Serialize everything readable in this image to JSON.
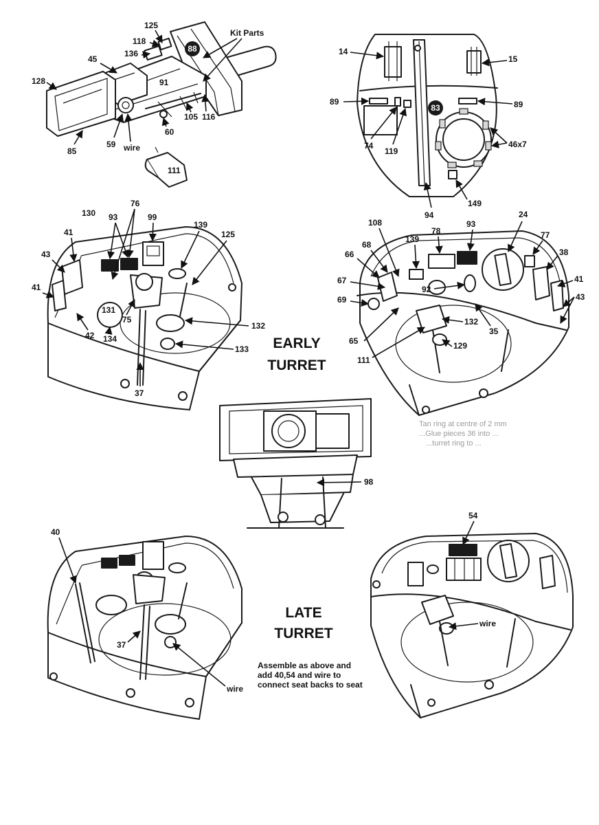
{
  "headings": {
    "early_line1": "EARLY",
    "early_line2": "TURRET",
    "late_line1": "LATE",
    "late_line2": "TURRET"
  },
  "note": {
    "line1": "Assemble as above and",
    "line2": "add 40,54 and wire to",
    "line3": "connect seat backs to seat"
  },
  "kit_parts_label": "Kit Parts",
  "circled_parts": [
    "88",
    "83"
  ],
  "part_labels": {
    "gun": [
      "125",
      "118",
      "136",
      "45",
      "128",
      "91",
      "105",
      "116",
      "60",
      "59",
      "wire",
      "85",
      "111"
    ],
    "roof": [
      "14",
      "15",
      "89",
      "89",
      "74",
      "119",
      "46x7",
      "94",
      "149"
    ],
    "early_left": [
      "130",
      "76",
      "93",
      "99",
      "139",
      "125",
      "41",
      "43",
      "41",
      "131",
      "75",
      "42",
      "134",
      "132",
      "133",
      "37"
    ],
    "early_right": [
      "108",
      "139",
      "78",
      "93",
      "24",
      "77",
      "68",
      "66",
      "38",
      "67",
      "92",
      "41",
      "69",
      "43",
      "132",
      "35",
      "65",
      "129",
      "111"
    ],
    "center": [
      "98"
    ],
    "late_left": [
      "40",
      "37",
      "wire"
    ],
    "late_right": [
      "54",
      "wire"
    ]
  },
  "bleed_through": [
    "Tan ring at centre of 2 mm",
    "...Glue pieces 36 into ...",
    "...turret ring to ..."
  ]
}
